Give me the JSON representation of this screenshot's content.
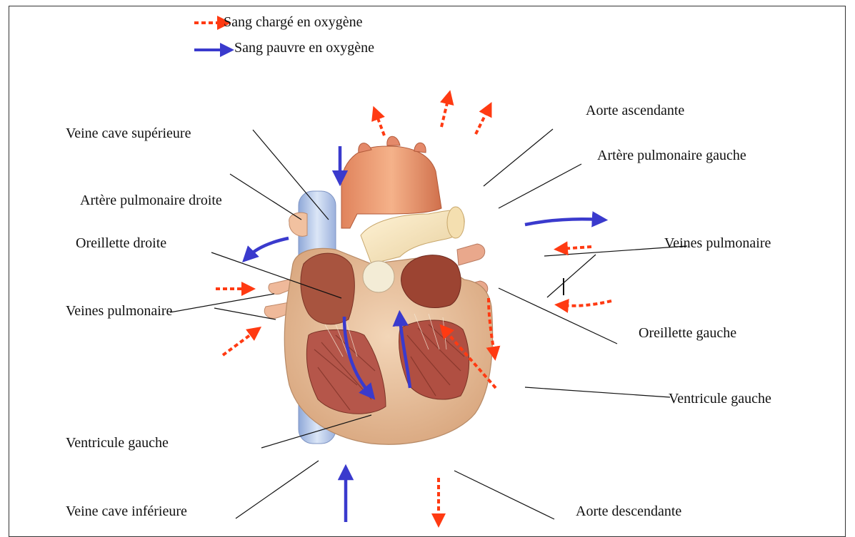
{
  "legend": {
    "oxygenated": {
      "label": "Sang chargé en oxygène",
      "color": "#ff3a12",
      "icon": "dotted-red-arrow-icon"
    },
    "deoxygenated": {
      "label": "Sang pauvre en oxygène",
      "color": "#3a3acd",
      "icon": "blue-arrow-icon"
    }
  },
  "labels": {
    "veine_cave_superieure": "Veine cave supérieure",
    "artere_pulmonaire_droite": "Artère pulmonaire droite",
    "oreillette_droite": "Oreillette droite",
    "veines_pulmonaires_gauche": "Veines pulmonaire",
    "ventricule_gauche_gauche": "Ventricule gauche",
    "veine_cave_inferieure": "Veine cave inférieure",
    "aorte_ascendante": "Aorte ascendante",
    "artere_pulmonaire_gauche": "Artère pulmonaire gauche",
    "veines_pulmonaires_droite": "Veines pulmonaire",
    "oreillette_gauche": "Oreillette gauche",
    "ventricule_gauche_droite": "Ventricule gauche",
    "aorte_descendante": "Aorte descendante"
  }
}
